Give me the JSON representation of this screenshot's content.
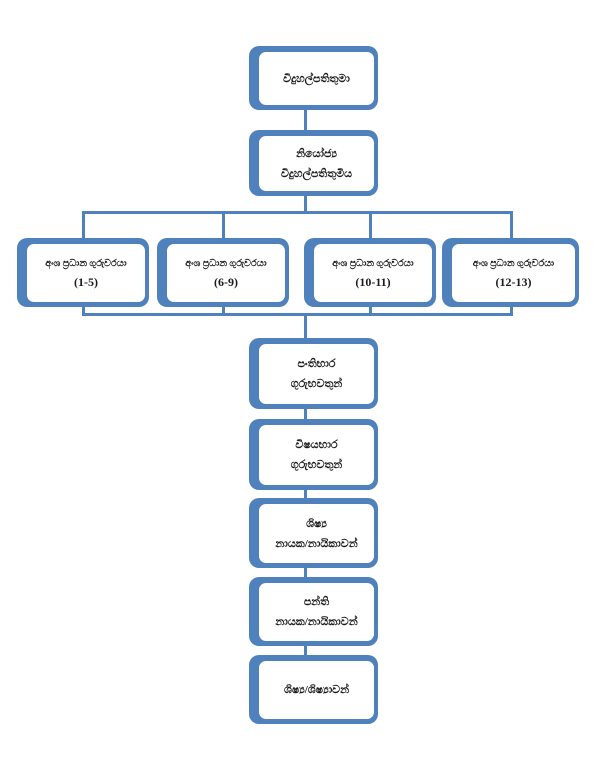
{
  "diagram": {
    "type": "org-chart",
    "accent_color": "#4f81bd",
    "text_color": "#1b1b1b",
    "background_color": "#ffffff",
    "nodes": [
      {
        "id": "principal",
        "lines": [
          "විදුහල්පතිතුමා"
        ]
      },
      {
        "id": "deputy-principal",
        "lines": [
          "නියෝජ්‍ය",
          "විදුහල්පතිතුමිය"
        ]
      },
      {
        "id": "section-head-1-5",
        "lines": [
          "අංශ ප්‍රධාන ගුරුවරයා",
          "(1-5)"
        ]
      },
      {
        "id": "section-head-6-9",
        "lines": [
          "අංශ ප්‍රධාන ගුරුවරයා",
          "(6-9)"
        ]
      },
      {
        "id": "section-head-10-11",
        "lines": [
          "අංශ ප්‍රධාන ගුරුවරයා",
          "(10-11)"
        ]
      },
      {
        "id": "section-head-12-13",
        "lines": [
          "අංශ ප්‍රධාන ගුරුවරයා",
          "(12-13)"
        ]
      },
      {
        "id": "class-in-charge-teachers",
        "lines": [
          "පංතිභාර",
          "ගුරුභවතුන්"
        ]
      },
      {
        "id": "subject-teachers",
        "lines": [
          "විෂයභාර",
          "ගුරුභවතුන්"
        ]
      },
      {
        "id": "student-leaders",
        "lines": [
          "ශිෂ්‍ය",
          "නායක/නායිකාවන්"
        ]
      },
      {
        "id": "class-leaders",
        "lines": [
          "පන්ති",
          "නායක/නායිකාවන්"
        ]
      },
      {
        "id": "students",
        "lines": [
          "ශිෂ්‍ය/ශිෂ්‍යාවන්"
        ]
      }
    ],
    "edges": [
      {
        "from": "principal",
        "to": "deputy-principal"
      },
      {
        "from": "deputy-principal",
        "to": "section-head-1-5"
      },
      {
        "from": "deputy-principal",
        "to": "section-head-6-9"
      },
      {
        "from": "deputy-principal",
        "to": "section-head-10-11"
      },
      {
        "from": "deputy-principal",
        "to": "section-head-12-13"
      },
      {
        "from": "section-heads",
        "to": "class-in-charge-teachers"
      },
      {
        "from": "class-in-charge-teachers",
        "to": "subject-teachers"
      },
      {
        "from": "subject-teachers",
        "to": "student-leaders"
      },
      {
        "from": "student-leaders",
        "to": "class-leaders"
      },
      {
        "from": "class-leaders",
        "to": "students"
      }
    ]
  }
}
